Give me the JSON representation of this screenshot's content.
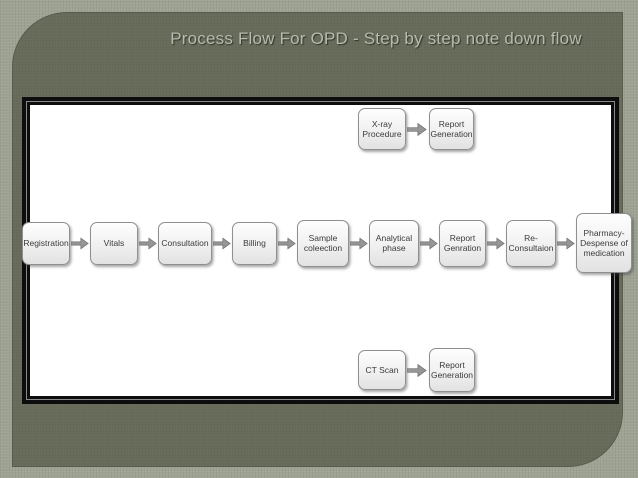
{
  "slide": {
    "title": "Process Flow For OPD - Step by step note down flow"
  },
  "colors": {
    "background": "#9ea393",
    "panel": "#676b5a",
    "panel_border": "#575b4b",
    "title_text": "#b7bbae",
    "frame_border": "#0d0d0d",
    "canvas_background": "#ffffff",
    "node_fill": "#f0f0f0",
    "node_border": "#8f8f8f",
    "node_text": "#3b3b3b",
    "arrow_fill": "#969696"
  },
  "flowchart": {
    "top_branch": [
      {
        "label": "X-ray\nProcedure"
      },
      {
        "label": "Report\nGeneration"
      }
    ],
    "main_flow": [
      {
        "label": "Registration"
      },
      {
        "label": "Vitals"
      },
      {
        "label": "Consultation"
      },
      {
        "label": "Billing"
      },
      {
        "label": "Sample\ncoleection"
      },
      {
        "label": "Analytical\nphase"
      },
      {
        "label": "Report\nGenration"
      },
      {
        "label": "Re-\nConsultaion"
      },
      {
        "label": "Pharmacy-\nDespense of\nmedication"
      }
    ],
    "bottom_branch": [
      {
        "label": "CT Scan"
      },
      {
        "label": "Report\nGeneration"
      }
    ]
  }
}
